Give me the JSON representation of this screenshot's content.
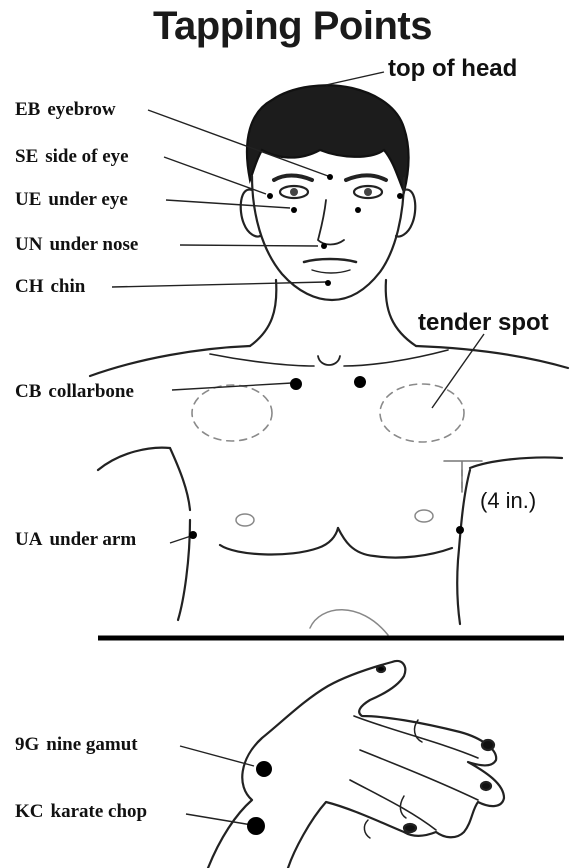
{
  "title": "Tapping Points",
  "top_label": "top of head",
  "tender_label": "tender spot",
  "measure_label": "(4 in.)",
  "points": [
    {
      "code": "EB",
      "name": "eyebrow"
    },
    {
      "code": "SE",
      "name": "side of eye"
    },
    {
      "code": "UE",
      "name": "under eye"
    },
    {
      "code": "UN",
      "name": "under nose"
    },
    {
      "code": "CH",
      "name": "chin"
    },
    {
      "code": "CB",
      "name": "collarbone"
    },
    {
      "code": "UA",
      "name": "under arm"
    },
    {
      "code": "9G",
      "name": "nine gamut"
    },
    {
      "code": "KC",
      "name": "karate chop"
    }
  ]
}
